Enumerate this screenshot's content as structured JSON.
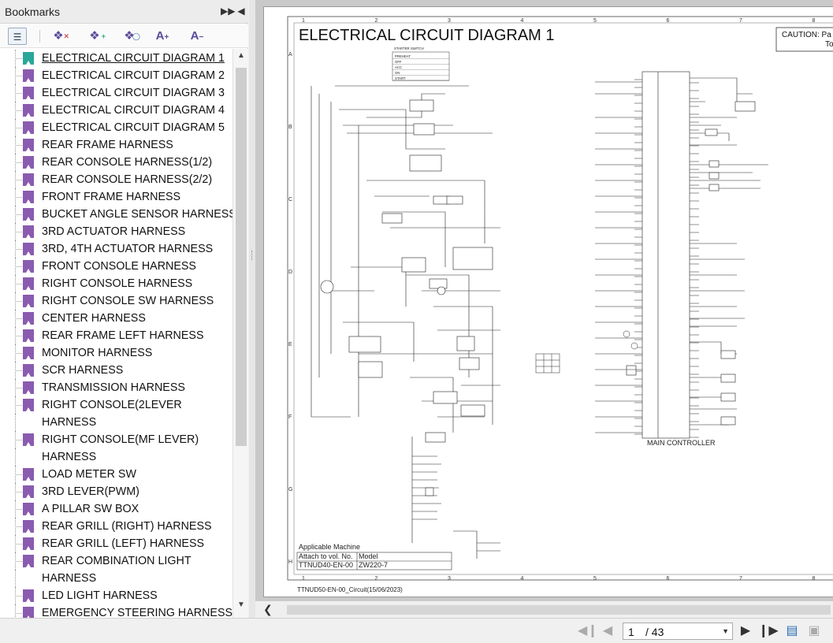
{
  "bookmarks_panel": {
    "title": "Bookmarks",
    "items": [
      {
        "label": "ELECTRICAL CIRCUIT DIAGRAM 1",
        "active": true
      },
      {
        "label": "ELECTRICAL CIRCUIT DIAGRAM 2"
      },
      {
        "label": "ELECTRICAL CIRCUIT DIAGRAM 3"
      },
      {
        "label": "ELECTRICAL CIRCUIT DIAGRAM 4"
      },
      {
        "label": "ELECTRICAL CIRCUIT DIAGRAM 5"
      },
      {
        "label": "REAR FRAME HARNESS"
      },
      {
        "label": "REAR CONSOLE HARNESS(1/2)"
      },
      {
        "label": "REAR CONSOLE HARNESS(2/2)"
      },
      {
        "label": "FRONT FRAME HARNESS"
      },
      {
        "label": "BUCKET ANGLE SENSOR HARNESS"
      },
      {
        "label": "3RD ACTUATOR HARNESS"
      },
      {
        "label": "3RD, 4TH ACTUATOR HARNESS"
      },
      {
        "label": "FRONT CONSOLE HARNESS"
      },
      {
        "label": "RIGHT CONSOLE HARNESS"
      },
      {
        "label": "RIGHT CONSOLE SW HARNESS"
      },
      {
        "label": "CENTER HARNESS"
      },
      {
        "label": "REAR FRAME LEFT HARNESS"
      },
      {
        "label": "MONITOR HARNESS"
      },
      {
        "label": "SCR HARNESS"
      },
      {
        "label": "TRANSMISSION HARNESS"
      },
      {
        "label": "RIGHT CONSOLE(2LEVER",
        "cont": "HARNESS"
      },
      {
        "label": "RIGHT CONSOLE(MF LEVER)",
        "cont": "HARNESS"
      },
      {
        "label": "LOAD METER SW"
      },
      {
        "label": "3RD LEVER(PWM)"
      },
      {
        "label": "A PILLAR SW BOX"
      },
      {
        "label": "REAR GRILL (RIGHT) HARNESS"
      },
      {
        "label": "REAR GRILL (LEFT) HARNESS"
      },
      {
        "label": "REAR COMBINATION LIGHT",
        "cont": "HARNESS"
      },
      {
        "label": "LED LIGHT HARNESS"
      },
      {
        "label": "EMERGENCY STEERING HARNESS"
      }
    ]
  },
  "document": {
    "title": "ELECTRICAL CIRCUIT DIAGRAM 1",
    "caution": "CAUTION: Pa",
    "caution_line2": "To",
    "grid_columns": [
      "1",
      "2",
      "3",
      "4",
      "5",
      "6",
      "7",
      "8"
    ],
    "grid_rows": [
      "A",
      "B",
      "C",
      "D",
      "E",
      "F",
      "G",
      "H"
    ],
    "main_controller": "MAIN CONTROLLER",
    "starter_switch": "STARTER SWITCH",
    "starter_positions": [
      "PREHEAT",
      "OFF",
      "ACC",
      "ON",
      "START"
    ],
    "applicable_machine": "Applicable Machine",
    "attach_to": "Attach to vol. No.",
    "model_header": "Model",
    "vol_no": "TTNUD40-EN-00",
    "model": "ZW220-7",
    "footer_code": "TTNUD50-EN-00_Circuit(15/06/2023)"
  },
  "navigation": {
    "current_page": "1",
    "total_pages": "/ 43"
  }
}
